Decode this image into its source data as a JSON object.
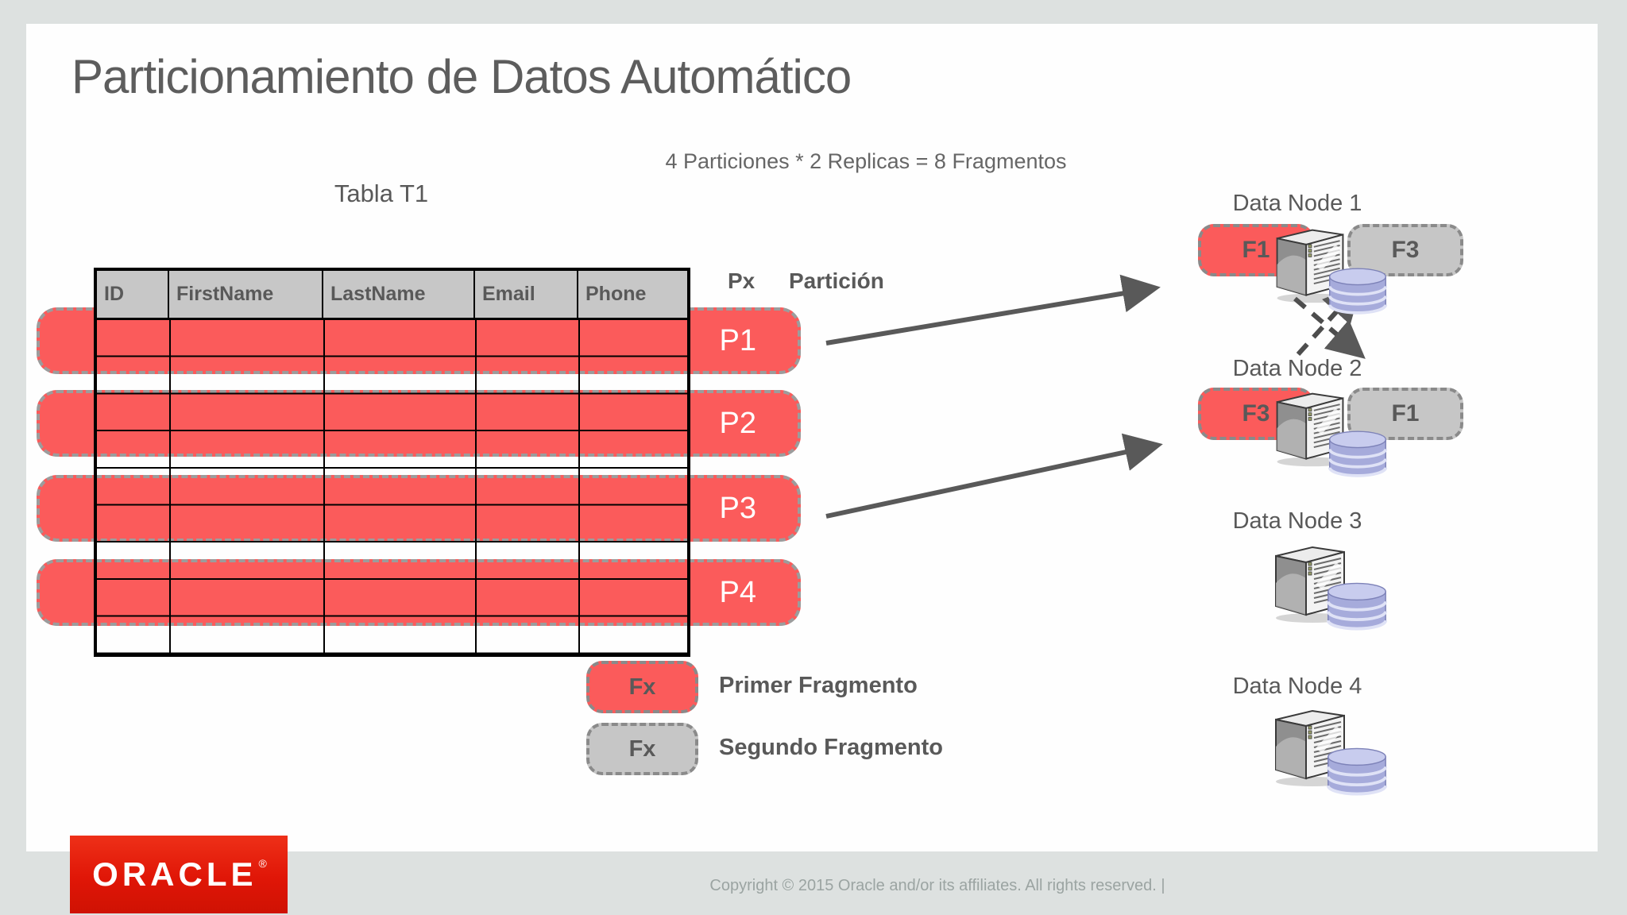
{
  "slide": {
    "title": "Particionamiento de Datos Automático",
    "subtitle": "4 Particiones * 2 Replicas = 8 Fragmentos",
    "table_title": "Tabla T1"
  },
  "table": {
    "columns": [
      "ID",
      "FirstName",
      "LastName",
      "Email",
      "Phone"
    ],
    "data_row_count": 9
  },
  "partition_key": {
    "symbol": "Px",
    "label": "Partición"
  },
  "partitions": [
    {
      "label": "P1"
    },
    {
      "label": "P2"
    },
    {
      "label": "P3"
    },
    {
      "label": "P4"
    }
  ],
  "data_nodes": [
    {
      "name": "Data Node 1",
      "primary_fragment": "F1",
      "secondary_fragment": "F3"
    },
    {
      "name": "Data Node 2",
      "primary_fragment": "F3",
      "secondary_fragment": "F1"
    },
    {
      "name": "Data Node 3"
    },
    {
      "name": "Data Node 4"
    }
  ],
  "fragment_legend": [
    {
      "symbol": "Fx",
      "label": "Primer Fragmento",
      "color": "#fb5b5b"
    },
    {
      "symbol": "Fx",
      "label": "Segundo Fragmento",
      "color": "#c6c6c6"
    }
  ],
  "footer": {
    "logo_text": "ORACLE",
    "logo_reg": "®",
    "copyright": "Copyright © 2015 Oracle and/or its affiliates. All rights reserved.   |"
  },
  "colors": {
    "partition_red": "#fb5b5b",
    "fragment_gray": "#c6c6c6",
    "arrow_gray": "#595959",
    "oracle_red": "#e01607",
    "page_background": "#dde1e0",
    "table_header_gray": "#c7c7c7"
  }
}
